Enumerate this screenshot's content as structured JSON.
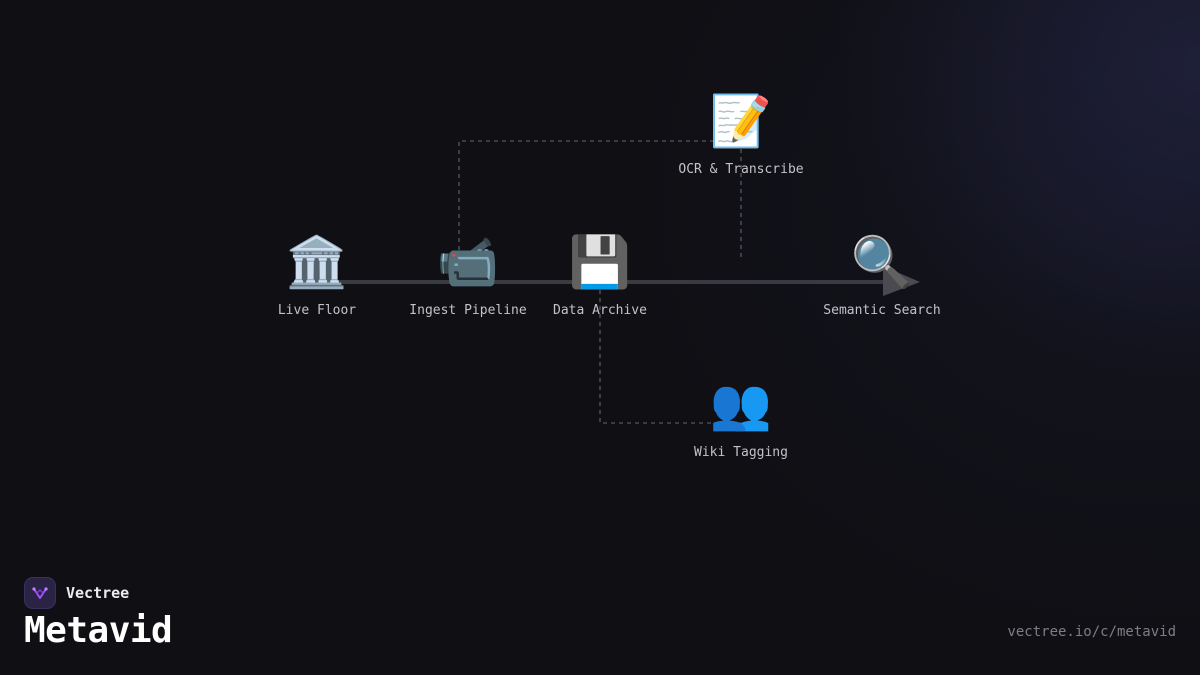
{
  "diagram": {
    "nodes": [
      {
        "id": "live-floor",
        "icon": "🏛️",
        "icon_name": "classical-building-icon",
        "label": "Live Floor"
      },
      {
        "id": "ingest-pipeline",
        "icon": "📹",
        "icon_name": "video-camera-icon",
        "label": "Ingest Pipeline"
      },
      {
        "id": "data-archive",
        "icon": "💾",
        "icon_name": "floppy-disk-icon",
        "label": "Data Archive"
      },
      {
        "id": "ocr-transcribe",
        "icon": "📝",
        "icon_name": "memo-icon",
        "label": "OCR & Transcribe"
      },
      {
        "id": "semantic-search",
        "icon": "🔍",
        "icon_name": "magnifying-glass-icon",
        "label": "Semantic Search"
      },
      {
        "id": "wiki-tagging",
        "icon": "👥",
        "icon_name": "people-icon",
        "label": "Wiki Tagging"
      }
    ],
    "edges": [
      {
        "from": "live-floor",
        "to": "semantic-search",
        "style": "solid"
      },
      {
        "from": "ingest-pipeline",
        "to": "ocr-transcribe",
        "style": "dashed"
      },
      {
        "from": "ocr-transcribe",
        "to": "semantic-search",
        "style": "dashed"
      },
      {
        "from": "data-archive",
        "to": "wiki-tagging",
        "style": "dashed"
      }
    ]
  },
  "brand": {
    "name": "Vectree",
    "logo_icon": "vectree-logo-icon"
  },
  "project": {
    "title": "Metavid"
  },
  "footer": {
    "url": "vectree.io/c/metavid"
  },
  "colors": {
    "background": "#0f0f14",
    "main_line": "#3a3a42",
    "dashed_line": "#4a4a52",
    "label_text": "#c2c2c8",
    "logo_bg": "#2a2346",
    "logo_accent": "#a855f7"
  }
}
